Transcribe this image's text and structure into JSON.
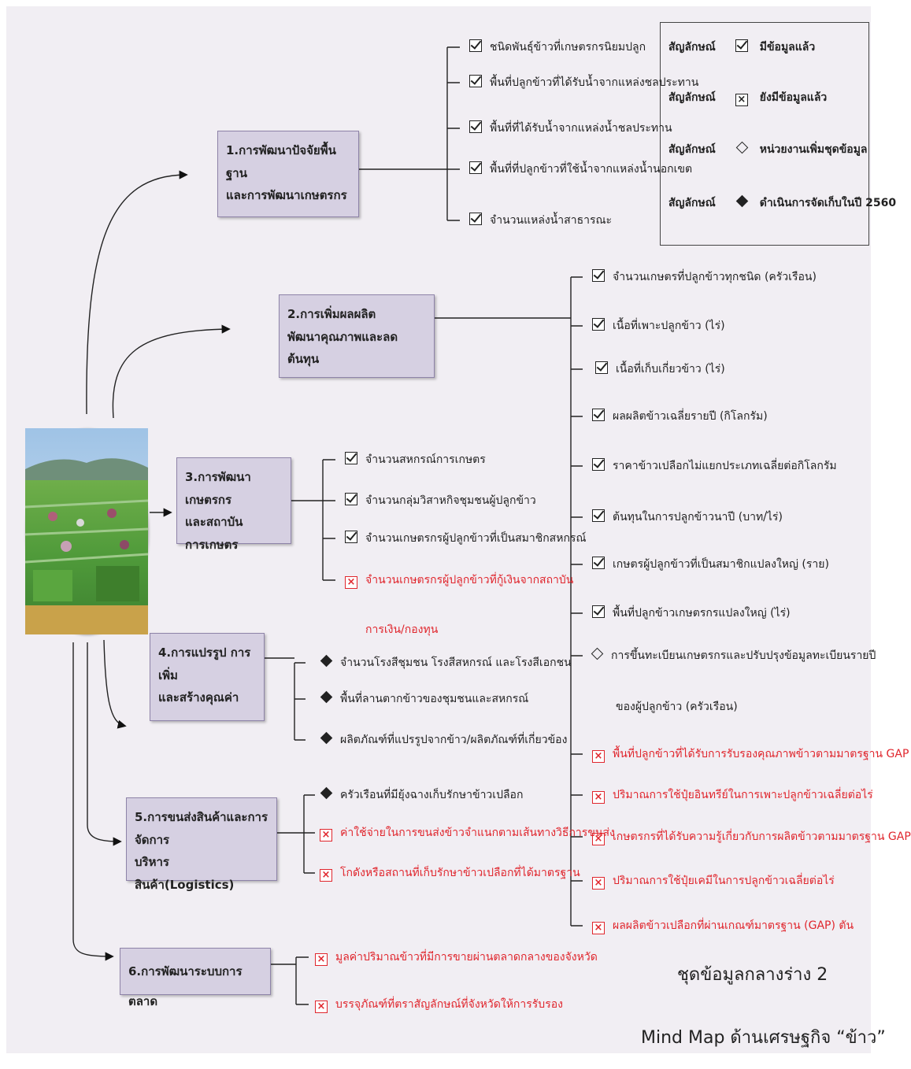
{
  "legend": {
    "rows": [
      {
        "label": "สัญลักษณ์",
        "text": "มีข้อมูลแล้ว"
      },
      {
        "label": "สัญลักษณ์",
        "text": "ยังมีข้อมูลแล้ว"
      },
      {
        "label": "สัญลักษณ์",
        "text": "หน่วยงานเพิ่มชุดข้อมูล"
      },
      {
        "label": "สัญลักษณ์",
        "text": "ดำเนินการจัดเก็บในปี 2560"
      }
    ]
  },
  "topics": {
    "t1": {
      "line1": "1.การพัฒนาปัจจัยพื้นฐาน",
      "line2": "และการพัฒนาเกษตรกร"
    },
    "t2": {
      "line1": "2.การเพิ่มผลผลิต",
      "line2": "พัฒนาคุณภาพและลดต้นทุน"
    },
    "t3": {
      "line1": "3.การพัฒนาเกษตรกร",
      "line2": "และสถาบันการเกษตร"
    },
    "t4": {
      "line1": "4.การแปรรูป การเพิ่ม",
      "line2": "และสร้างคุณค่า"
    },
    "t5": {
      "line1": "5.การขนส่งสินค้าและการจัดการ",
      "line2": "บริหารสินค้า(Logistics)"
    },
    "t6": {
      "line1": "6.การพัฒนาระบบการตลาด"
    }
  },
  "items1": [
    "ชนิดพันธุ์ข้าวที่เกษตรกรนิยมปลูก",
    "พื้นที่ปลูกข้าวที่ได้รับน้ำจากแหล่งชลประทาน",
    "พื้นที่ที่ได้รับน้ำจากแหล่งน้ำชลประทาน",
    "พื้นที่ที่ปลูกข้าวที่ใช้น้ำจากแหล่งน้ำนอกเขต",
    "จำนวนแหล่งน้ำสาธารณะ"
  ],
  "items2": [
    "จำนวนเกษตรที่ปลูกข้าวทุกชนิด (ครัวเรือน)",
    "เนื้อที่เพาะปลูกข้าว (ไร่)",
    "เนื้อที่เก็บเกี่ยวข้าว (ไร่)",
    "ผลผลิตข้าวเฉลี่ยรายปี (กิโลกรัม)",
    "ราคาข้าวเปลือกไม่แยกประเภทเฉลี่ยต่อกิโลกรัม",
    "ต้นทุนในการปลูกข้าวนาปี (บาท/ไร่)",
    "เกษตรผู้ปลูกข้าวที่เป็นสมาชิกแปลงใหญ่ (ราย)",
    "พื้นที่ปลูกข้าวเกษตรกรแปลงใหญ่ (ไร่)"
  ],
  "items2_diamond": {
    "line1": "การขึ้นทะเบียนเกษตรกรและปรับปรุงข้อมูลทะเบียนรายปี",
    "line2": "ของผู้ปลูกข้าว (ครัวเรือน)"
  },
  "items2_red": [
    "พื้นที่ปลูกข้าวที่ได้รับการรับรองคุณภาพข้าวตามมาตรฐาน GAP",
    "ปริมาณการใช้ปุ๋ยอินทรีย์ในการเพาะปลูกข้าวเฉลี่ยต่อไร่",
    "เกษตรกรที่ได้รับความรู้เกี่ยวกับการผลิตข้าวตามมาตรฐาน GAP",
    "ปริมาณการใช้ปุ๋ยเคมีในการปลูกข้าวเฉลี่ยต่อไร่",
    "ผลผลิตข้าวเปลือกที่ผ่านเกณฑ์มาตรฐาน (GAP) ตัน"
  ],
  "items3": [
    "จำนวนสหกรณ์การเกษตร",
    "จำนวนกลุ่มวิสาหกิจชุมชนผู้ปลูกข้าว",
    "จำนวนเกษตรกรผู้ปลูกข้าวที่เป็นสมาชิกสหกรณ์"
  ],
  "items3_red": {
    "line1": "จำนวนเกษตรกรผู้ปลูกข้าวที่กู้เงินจากสถาบัน",
    "line2": "การเงิน/กองทุน"
  },
  "items4": [
    "จำนวนโรงสีชุมชน โรงสีสหกรณ์ และโรงสีเอกชน",
    "พื้นที่ลานตากข้าวของชุมชนและสหกรณ์",
    "ผลิตภัณฑ์ที่แปรรูปจากข้าว/ผลิตภัณฑ์ที่เกี่ยวข้อง"
  ],
  "items5_diamond": "ครัวเรือนที่มียุ้งฉางเก็บรักษาข้าวเปลือก",
  "items5_red": [
    "ค่าใช้จ่ายในการขนส่งข้าวจำแนกตามเส้นทางวิธีการขนส่ง",
    "โกดังหรือสถานที่เก็บรักษาข้าวเปลือกที่ได้มาตรฐาน"
  ],
  "items6_red": [
    "มูลค่าปริมาณข้าวที่มีการขายผ่านตลาดกลางของจังหวัด",
    "บรรจุภัณฑ์ที่ตราสัญลักษณ์ที่จังหวัดให้การรับรอง"
  ],
  "caption": {
    "draft": "ชุดข้อมูลกลางร่าง 2",
    "title": "Mind Map ด้านเศรษฐกิจ “ข้าว”"
  },
  "colors": {
    "box_fill": "#d6d0e2",
    "box_border": "#8e83a8",
    "red": "#e0262d",
    "background": "#f1eef3"
  },
  "icons": {
    "done": "checkbox-checked-icon",
    "missing": "checkbox-x-icon",
    "add": "diamond-outline-icon",
    "collect": "diamond-filled-icon"
  }
}
